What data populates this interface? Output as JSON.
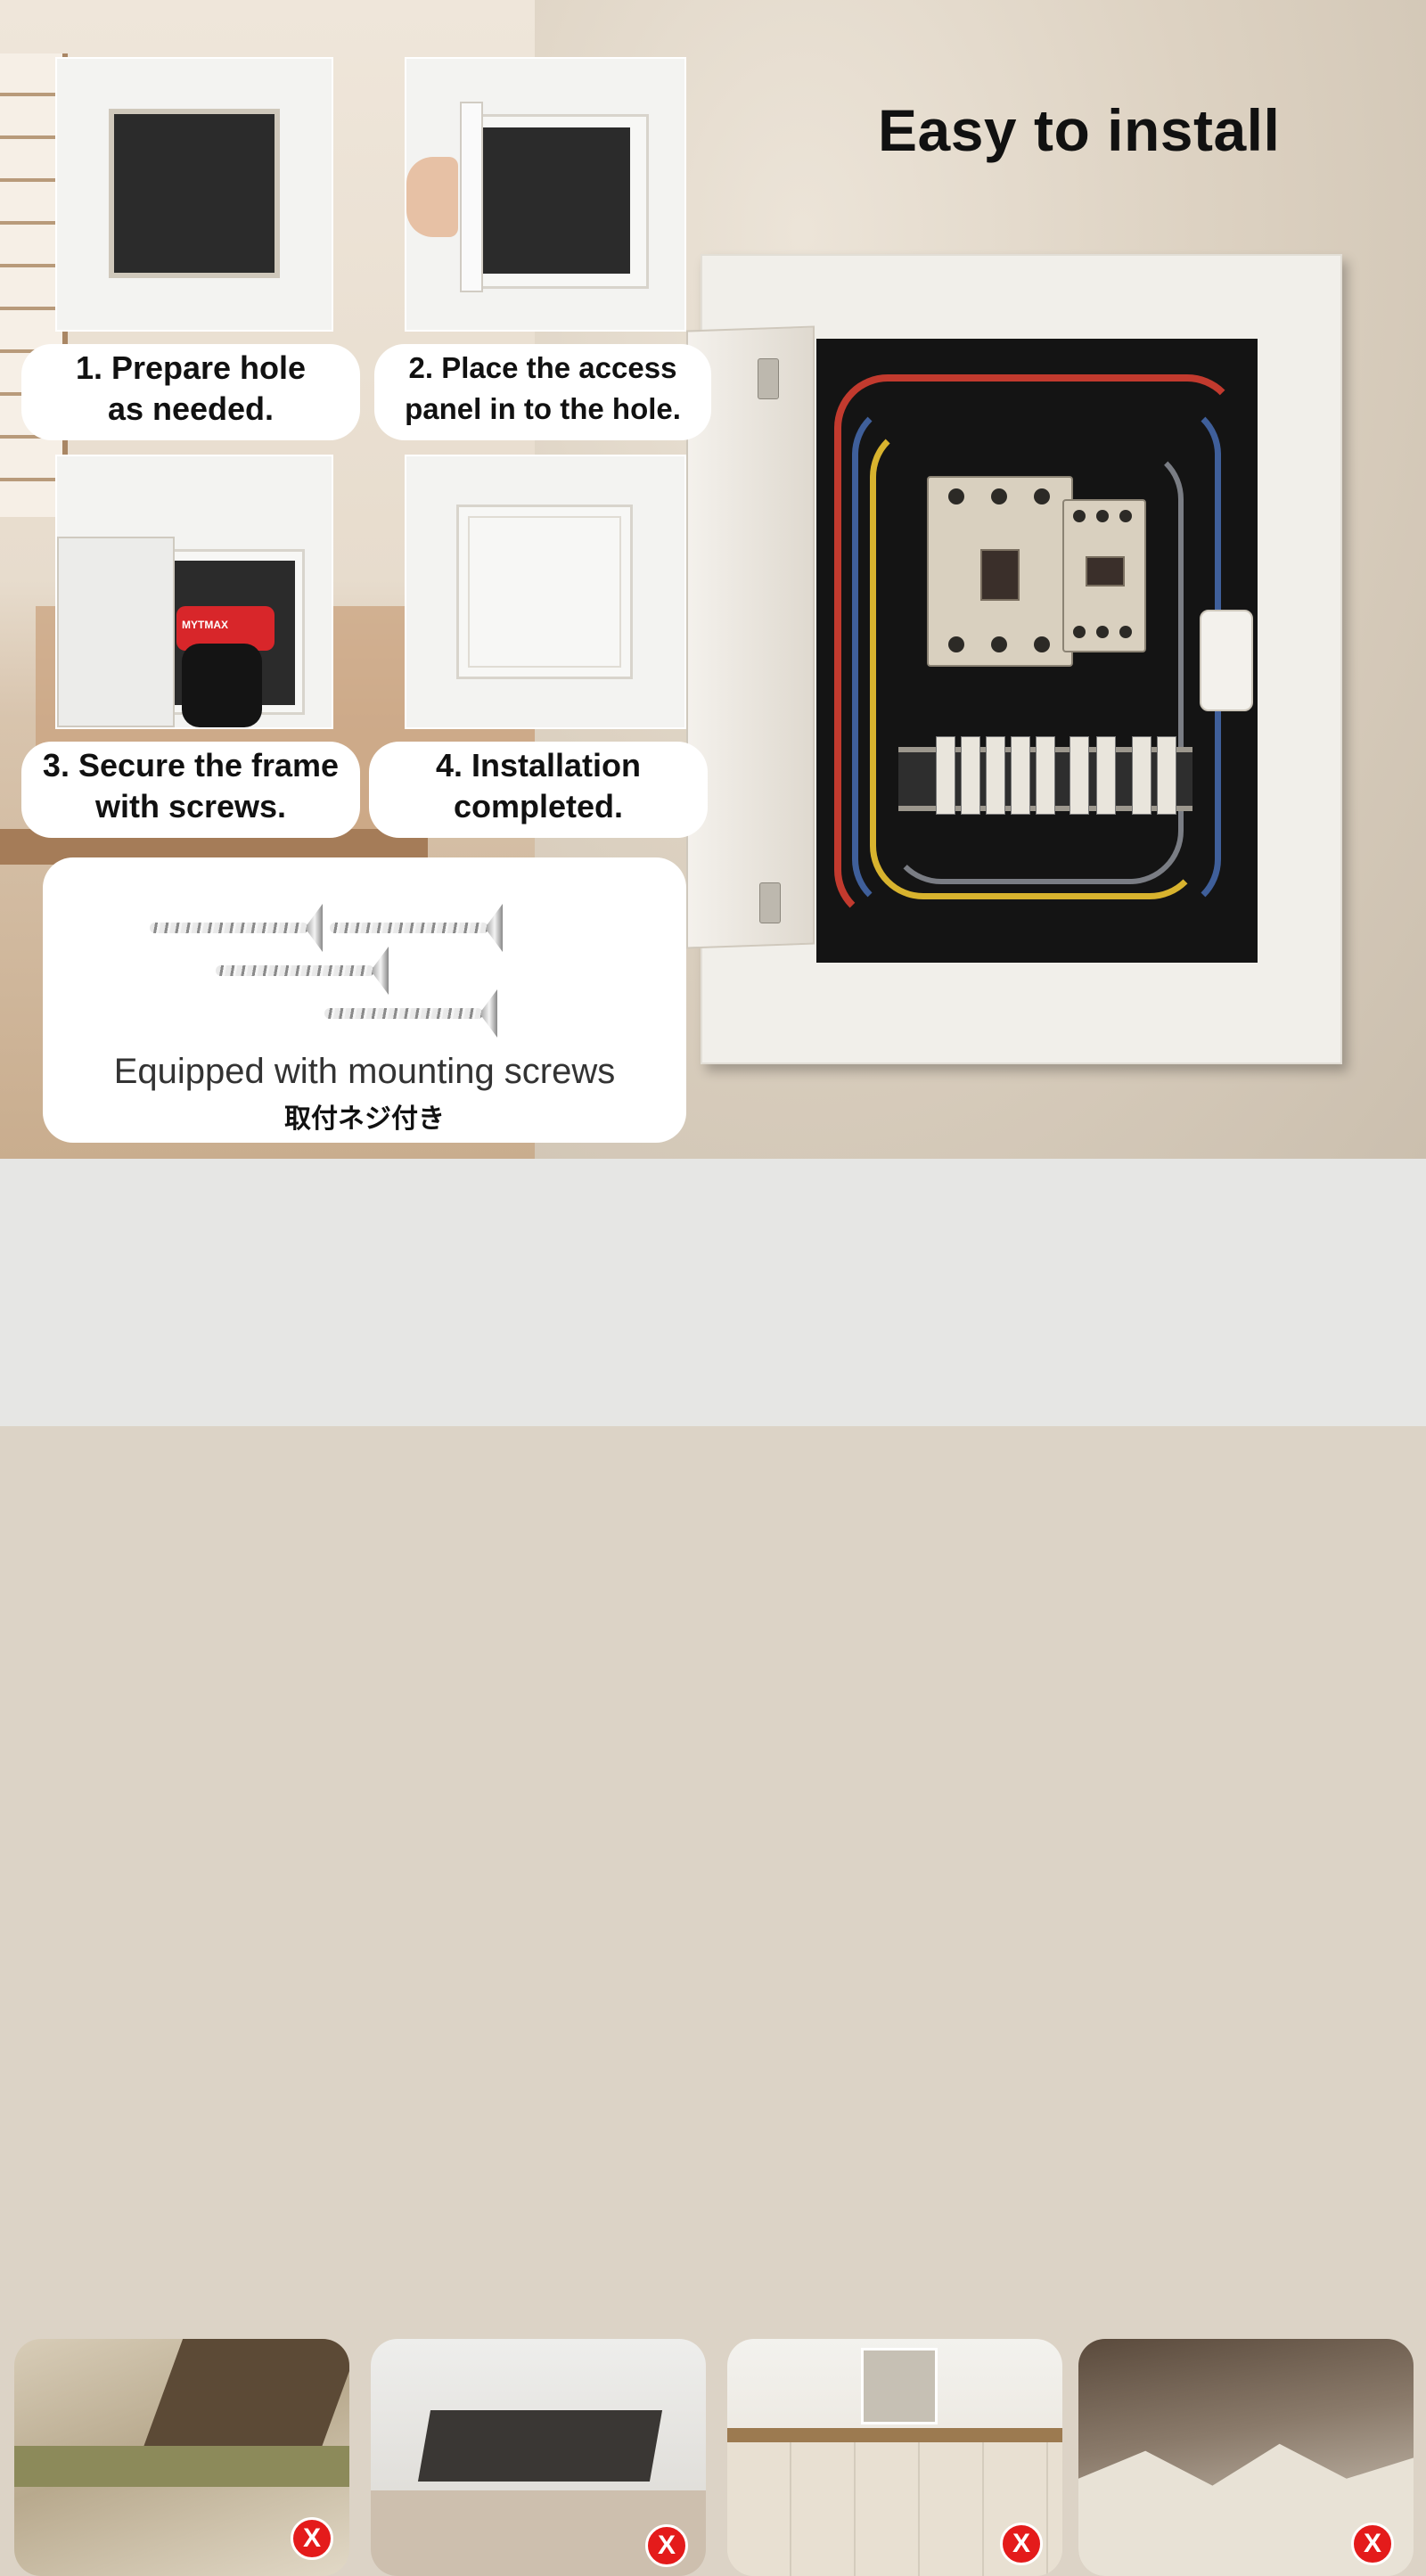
{
  "title": "Easy to install",
  "steps": [
    {
      "line1": "1. Prepare hole",
      "line2": "as needed."
    },
    {
      "line1": "2. Place the access",
      "line2": "panel in to the hole."
    },
    {
      "line1": "3. Secure the frame",
      "line2": "with screws."
    },
    {
      "line1": "4. Installation",
      "line2": "completed."
    }
  ],
  "screws": {
    "caption_en": "Equipped with mounting screws",
    "caption_ja": "取付ネジ付き"
  },
  "drill_brand": "MYTMAX",
  "bad_examples": [
    {
      "mark": "X"
    },
    {
      "mark": "X"
    },
    {
      "mark": "X"
    },
    {
      "mark": "X"
    }
  ],
  "colors": {
    "x_mark": "#e41b1b",
    "label_bg": "#ffffff",
    "title": "#111111"
  }
}
